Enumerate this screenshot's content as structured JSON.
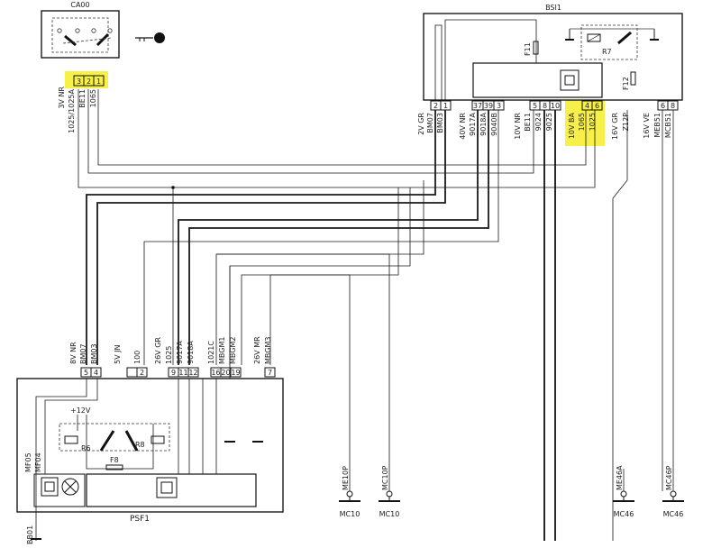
{
  "components": {
    "ca00": {
      "label": "CA00"
    },
    "bsi1": {
      "label": "BSI1"
    },
    "psf1": {
      "label": "PSF1"
    }
  },
  "ca00_connector": {
    "pins": [
      "3",
      "2",
      "1"
    ],
    "wires": [
      "1025/1025A",
      "BE11",
      "1065"
    ],
    "spec": "3V NR"
  },
  "bsi1_internal": {
    "fuse_f11": "F11",
    "fuse_f12": "F12",
    "relay": "R7"
  },
  "bsi1_connectors": [
    {
      "spec": "2V GR",
      "pins": [
        "2",
        "1"
      ],
      "wires": [
        "BM07",
        "BM03"
      ]
    },
    {
      "spec": "40V NR",
      "pins": [
        "37",
        "39",
        "3"
      ],
      "wires": [
        "9017A",
        "9018A",
        "9040B"
      ]
    },
    {
      "spec": "10V NR",
      "pins": [
        "5",
        "8",
        "10"
      ],
      "wires": [
        "BE11",
        "9024",
        "9025"
      ]
    },
    {
      "spec": "10V BA",
      "pins": [
        "4",
        "6"
      ],
      "wires": [
        "1065",
        "1025"
      ]
    },
    {
      "spec": "16V GR",
      "pins": [],
      "wires": [
        "Z12P"
      ]
    },
    {
      "spec": "16V VE",
      "pins": [
        "6",
        "8"
      ],
      "wires": [
        "MEB51",
        "MCB51"
      ]
    }
  ],
  "psf1_connectors": [
    {
      "spec": "8V NR",
      "pins": [
        "5",
        "4"
      ],
      "wires": [
        "BM07",
        "BM03"
      ]
    },
    {
      "spec": "5V JN",
      "pins": [
        "2"
      ],
      "wires": []
    },
    {
      "spec": "",
      "pins": [],
      "wires": [
        "100"
      ]
    },
    {
      "spec": "26V GR",
      "pins": [
        "9",
        "11",
        "12"
      ],
      "wires": [
        "1025",
        "9017A",
        "9018A"
      ]
    },
    {
      "spec": "",
      "pins": [
        "16",
        "20",
        "19"
      ],
      "wires": [
        "1021C",
        "MBGM1",
        "MBGM2"
      ]
    },
    {
      "spec": "26V MR",
      "pins": [
        "7"
      ],
      "wires": [
        "MBGM3"
      ]
    }
  ],
  "psf1_internal": {
    "supply": "+12V",
    "relay1": "R6",
    "relay2": "R8",
    "fuse": "F8"
  },
  "psf1_left_wires": [
    "MF05",
    "MF04",
    "BB01"
  ],
  "grounds": [
    {
      "wire": "ME10P",
      "point": "MC10"
    },
    {
      "wire": "MC10P",
      "point": "MC10"
    },
    {
      "wire": "ME46A",
      "point": "MC46"
    },
    {
      "wire": "MC46P",
      "point": "MC46"
    }
  ],
  "highlight_color": "#f7f048",
  "wire_color": "#1a1a1a"
}
